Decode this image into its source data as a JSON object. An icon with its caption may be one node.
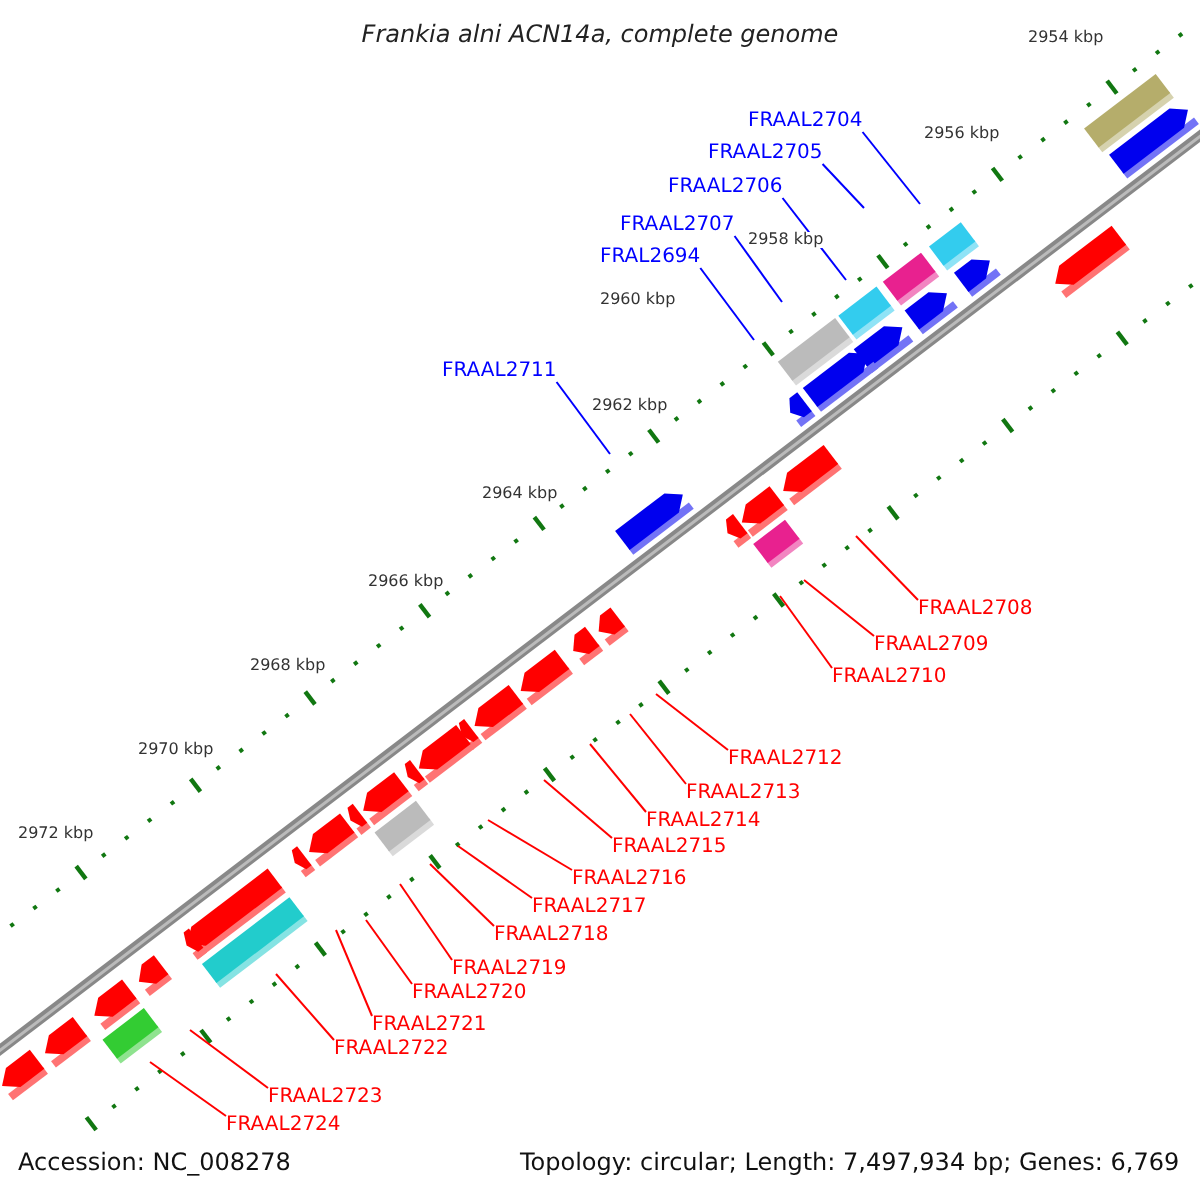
{
  "diagram": {
    "title": "Frankia alni ACN14a, complete genome",
    "nodes": [
      {
        "text": [
          "FRAAL2704"
        ]
      },
      {
        "text": [
          "FRAAL2705"
        ]
      },
      {
        "text": [
          "FRAAL2706"
        ]
      },
      {
        "text": [
          "FRAAL2707"
        ]
      },
      {
        "text": [
          "FRAL2694"
        ]
      },
      {
        "text": [
          "FRAAL2711"
        ]
      },
      {
        "text": [
          "FRAAL2708"
        ]
      },
      {
        "text": [
          "FRAAL2709"
        ]
      },
      {
        "text": [
          "FRAAL2710"
        ]
      },
      {
        "text": [
          "FRAAL2712"
        ]
      },
      {
        "text": [
          "FRAAL2713"
        ]
      },
      {
        "text": [
          "FRAAL2714"
        ]
      },
      {
        "text": [
          "FRAAL2715"
        ]
      },
      {
        "text": [
          "FRAAL2716"
        ]
      },
      {
        "text": [
          "FRAAL2717"
        ]
      },
      {
        "text": [
          "FRAAL2718"
        ]
      },
      {
        "text": [
          "FRAAL2719"
        ]
      },
      {
        "text": [
          "FRAAL2720"
        ]
      },
      {
        "text": [
          "FRAAL2721"
        ]
      },
      {
        "text": [
          "FRAAL2722"
        ]
      },
      {
        "text": [
          "FRAAL2723"
        ]
      },
      {
        "text": [
          "FRAAL2724"
        ]
      }
    ],
    "edges": [
      {
        "from": 0,
        "to": null,
        "arrow": "none",
        "color": "#0000ff"
      },
      {
        "from": 1,
        "to": null,
        "arrow": "none",
        "color": "#0000ff"
      },
      {
        "from": 2,
        "to": null,
        "arrow": "none",
        "color": "#0000ff"
      },
      {
        "from": 3,
        "to": null,
        "arrow": "none",
        "color": "#0000ff"
      },
      {
        "from": 4,
        "to": null,
        "arrow": "none",
        "color": "#0000ff"
      },
      {
        "from": 5,
        "to": null,
        "arrow": "none",
        "color": "#0000ff"
      },
      {
        "from": 6,
        "to": null,
        "arrow": "none"
      },
      {
        "from": 7,
        "to": null,
        "arrow": "none"
      },
      {
        "from": 8,
        "to": null,
        "arrow": "none"
      },
      {
        "from": 9,
        "to": null,
        "arrow": "none"
      },
      {
        "from": 10,
        "to": null,
        "arrow": "none"
      },
      {
        "from": 11,
        "to": null,
        "arrow": "none"
      },
      {
        "from": 12,
        "to": null,
        "arrow": "none"
      },
      {
        "from": 13,
        "to": null,
        "arrow": "none"
      },
      {
        "from": 14,
        "to": null,
        "arrow": "none"
      },
      {
        "from": 15,
        "to": null,
        "arrow": "none"
      },
      {
        "from": 16,
        "to": null,
        "arrow": "none"
      },
      {
        "from": 17,
        "to": null,
        "arrow": "none"
      },
      {
        "from": 18,
        "to": null,
        "arrow": "none"
      },
      {
        "from": 19,
        "to": null,
        "arrow": "none"
      },
      {
        "from": 20,
        "to": null,
        "arrow": "none"
      },
      {
        "from": 21,
        "to": null,
        "arrow": "none"
      }
    ],
    "labels": [
      "2954 kbp",
      "2956 kbp",
      "2958 kbp",
      "2960 kbp",
      "2962 kbp",
      "2964 kbp",
      "2966 kbp",
      "2968 kbp",
      "2970 kbp",
      "2972 kbp",
      "Accession: NC_008278",
      "Topology: circular; Length: 7,497,934 bp; Genes: 6,769"
    ]
  }
}
